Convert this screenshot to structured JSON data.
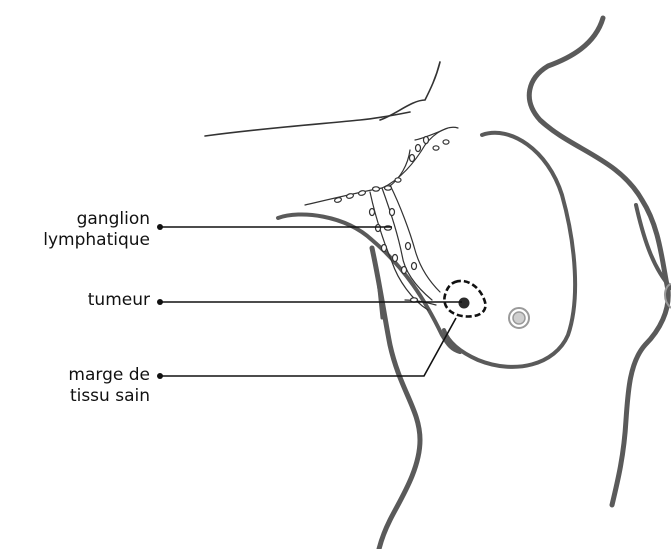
{
  "labels": {
    "ganglion": {
      "line1": "ganglion",
      "line2": "lymphatique"
    },
    "tumeur": {
      "line1": "tumeur"
    },
    "marge": {
      "line1": "marge de",
      "line2": "tissu sain"
    }
  },
  "colors": {
    "outline": "#5a5a5a",
    "thin_line": "#333333",
    "leader": "#111111",
    "tumor": "#2b2b2b",
    "nipple": "#9a9a9a"
  }
}
